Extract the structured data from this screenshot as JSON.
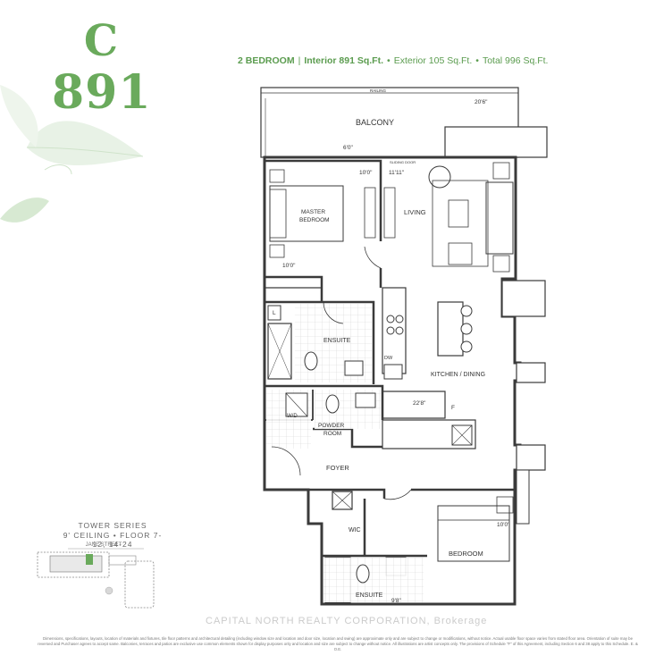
{
  "unit": {
    "letter": "C",
    "number": "891"
  },
  "specs": {
    "bedrooms": "2 BEDROOM",
    "interior": "Interior 891 Sq.Ft.",
    "exterior": "Exterior 105 Sq.Ft.",
    "total": "Total 996 Sq.Ft."
  },
  "rooms": {
    "railing": "RAILING",
    "balcony": "BALCONY",
    "balcony_dim": "20'6\"",
    "balcony_depth": "6'0\"",
    "sliding_door": "SLIDING DOOR",
    "master_bedroom_line1": "MASTER",
    "master_bedroom_line2": "BEDROOM",
    "master_dim_top": "10'0\"",
    "master_dim_bottom": "10'0\"",
    "living": "LIVING",
    "living_dim": "11'11\"",
    "ensuite_master": "ENSUITE",
    "linen": "L",
    "dw": "DW",
    "kitchen_dining": "KITCHEN / DINING",
    "kitchen_dim": "22'8\"",
    "fridge": "F",
    "wd": "W/D",
    "powder_line1": "POWDER",
    "powder_line2": "ROOM",
    "foyer": "FOYER",
    "wic": "WIC",
    "bedroom": "BEDROOM",
    "bedroom_dim_top": "10'0\"",
    "bedroom_dim_bottom": "9'8\"",
    "ensuite_bedroom": "ENSUITE"
  },
  "key_plan": {
    "series": "TOWER SERIES",
    "floors": "9' CEILING • FLOOR 7-12, 14-24",
    "street": "JANE STREET"
  },
  "watermark": "CAPITAL NORTH REALTY CORPORATION, Brokerage",
  "disclaimer": "Dimensions, specifications, layouts, location of materials and fixtures, tile floor patterns and architectural detailing (including window size and location and door size, location and swing) are approximate only and are subject to change or modifications, without notice. Actual usable floor space varies from stated floor area. Orientation of suite may be reversed and Purchaser agrees to accept same. Balconies, terraces and patios are exclusive use common elements shown for display purposes only and location and size are subject to change without notice. All illustrations are artist concepts only. The provisions of Schedule \"F\" of this Agreement, including Section 6 and 38 apply to this Schedule. E. & O.E.",
  "colors": {
    "accent_green": "#6aaa5c",
    "wall": "#3a3a3a",
    "tile": "#d4d4d4",
    "leaf": "#dfeedd"
  }
}
